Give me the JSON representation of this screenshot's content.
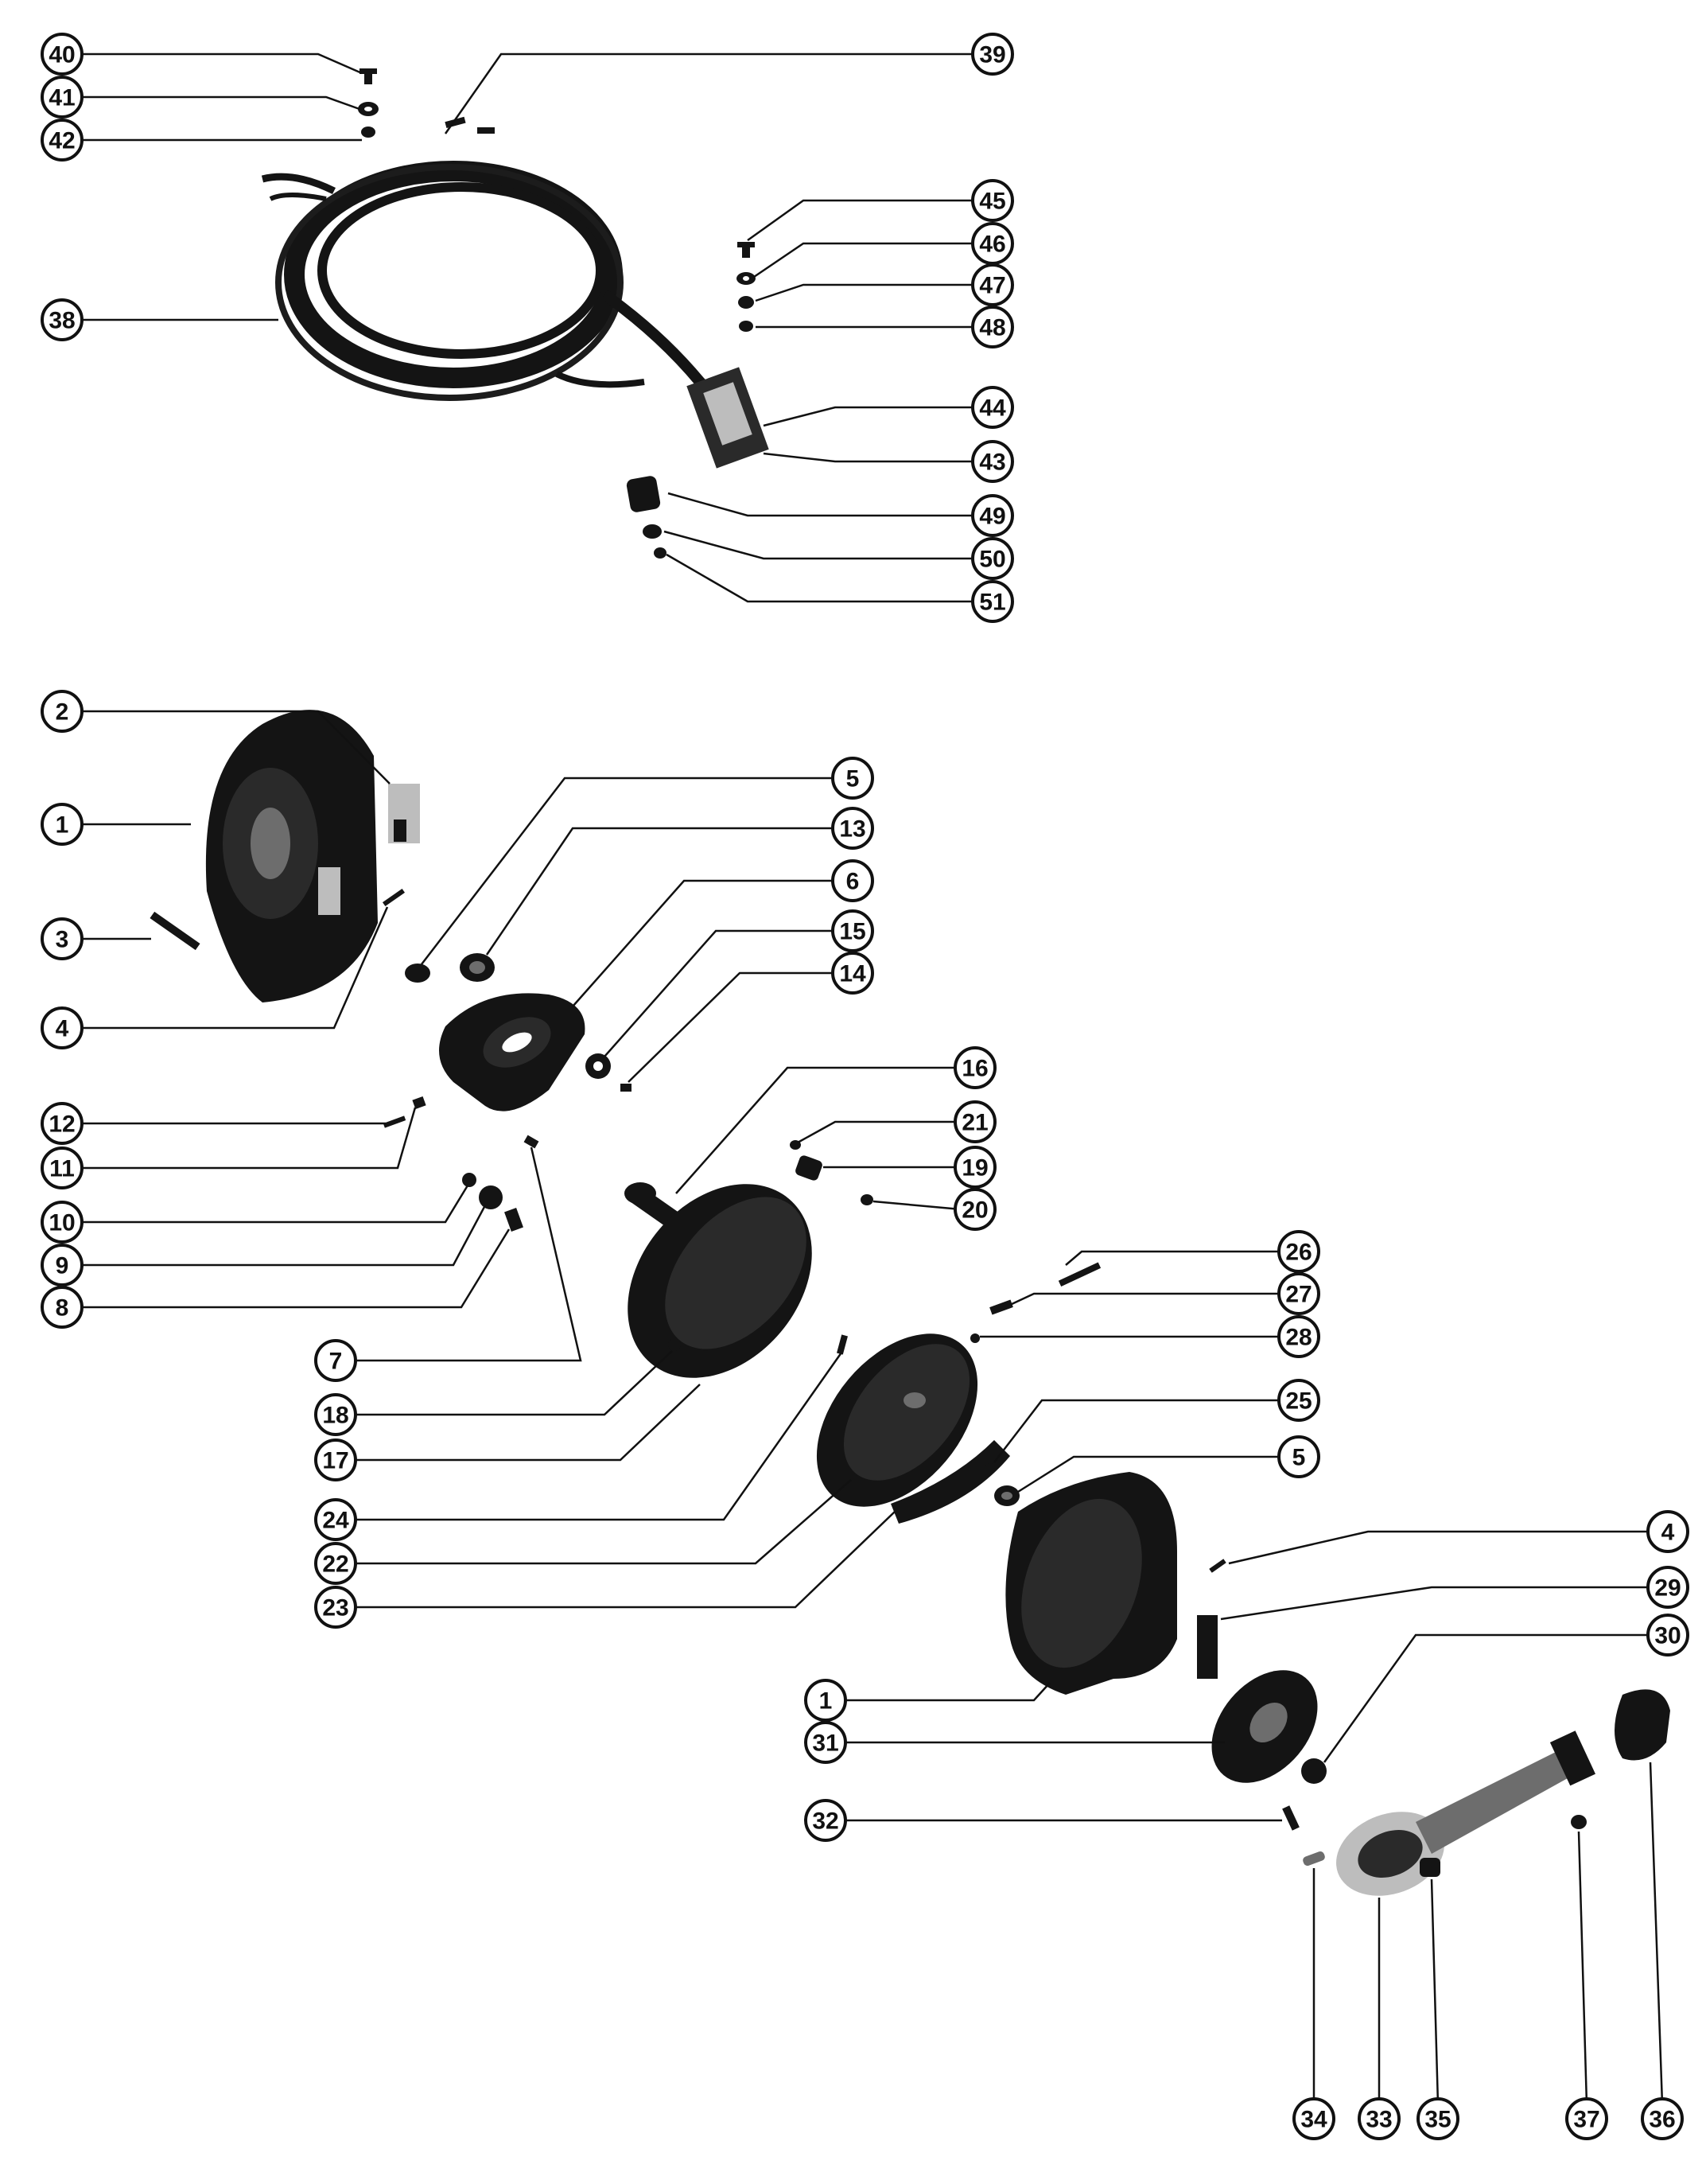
{
  "callouts": [
    "40",
    "41",
    "42",
    "39",
    "38",
    "45",
    "46",
    "47",
    "48",
    "44",
    "43",
    "49",
    "50",
    "51",
    "2",
    "1",
    "3",
    "4",
    "5",
    "13",
    "6",
    "15",
    "14",
    "12",
    "11",
    "10",
    "9",
    "8",
    "7",
    "16",
    "21",
    "19",
    "20",
    "18",
    "17",
    "24",
    "22",
    "23",
    "26",
    "27",
    "28",
    "25",
    "5b",
    "4b",
    "29",
    "30",
    "1b",
    "31",
    "32",
    "34",
    "33",
    "35",
    "37",
    "36"
  ],
  "labels": {
    "40": "40",
    "41": "41",
    "42": "42",
    "39": "39",
    "38": "38",
    "45": "45",
    "46": "46",
    "47": "47",
    "48": "48",
    "44": "44",
    "43": "43",
    "49": "49",
    "50": "50",
    "51": "51",
    "2": "2",
    "1": "1",
    "3": "3",
    "4": "4",
    "5": "5",
    "13": "13",
    "6": "6",
    "15": "15",
    "14": "14",
    "12": "12",
    "11": "11",
    "10": "10",
    "9": "9",
    "8": "8",
    "7": "7",
    "16": "16",
    "21": "21",
    "19": "19",
    "20": "20",
    "18": "18",
    "17": "17",
    "24": "24",
    "22": "22",
    "23": "23",
    "26": "26",
    "27": "27",
    "28": "28",
    "25": "25",
    "5b": "5",
    "4b": "4",
    "29": "29",
    "30": "30",
    "1b": "1",
    "31": "31",
    "32": "32",
    "34": "34",
    "33": "33",
    "35": "35",
    "37": "37",
    "36": "36"
  },
  "colors": {
    "ink": "#111111",
    "paper": "#ffffff"
  }
}
